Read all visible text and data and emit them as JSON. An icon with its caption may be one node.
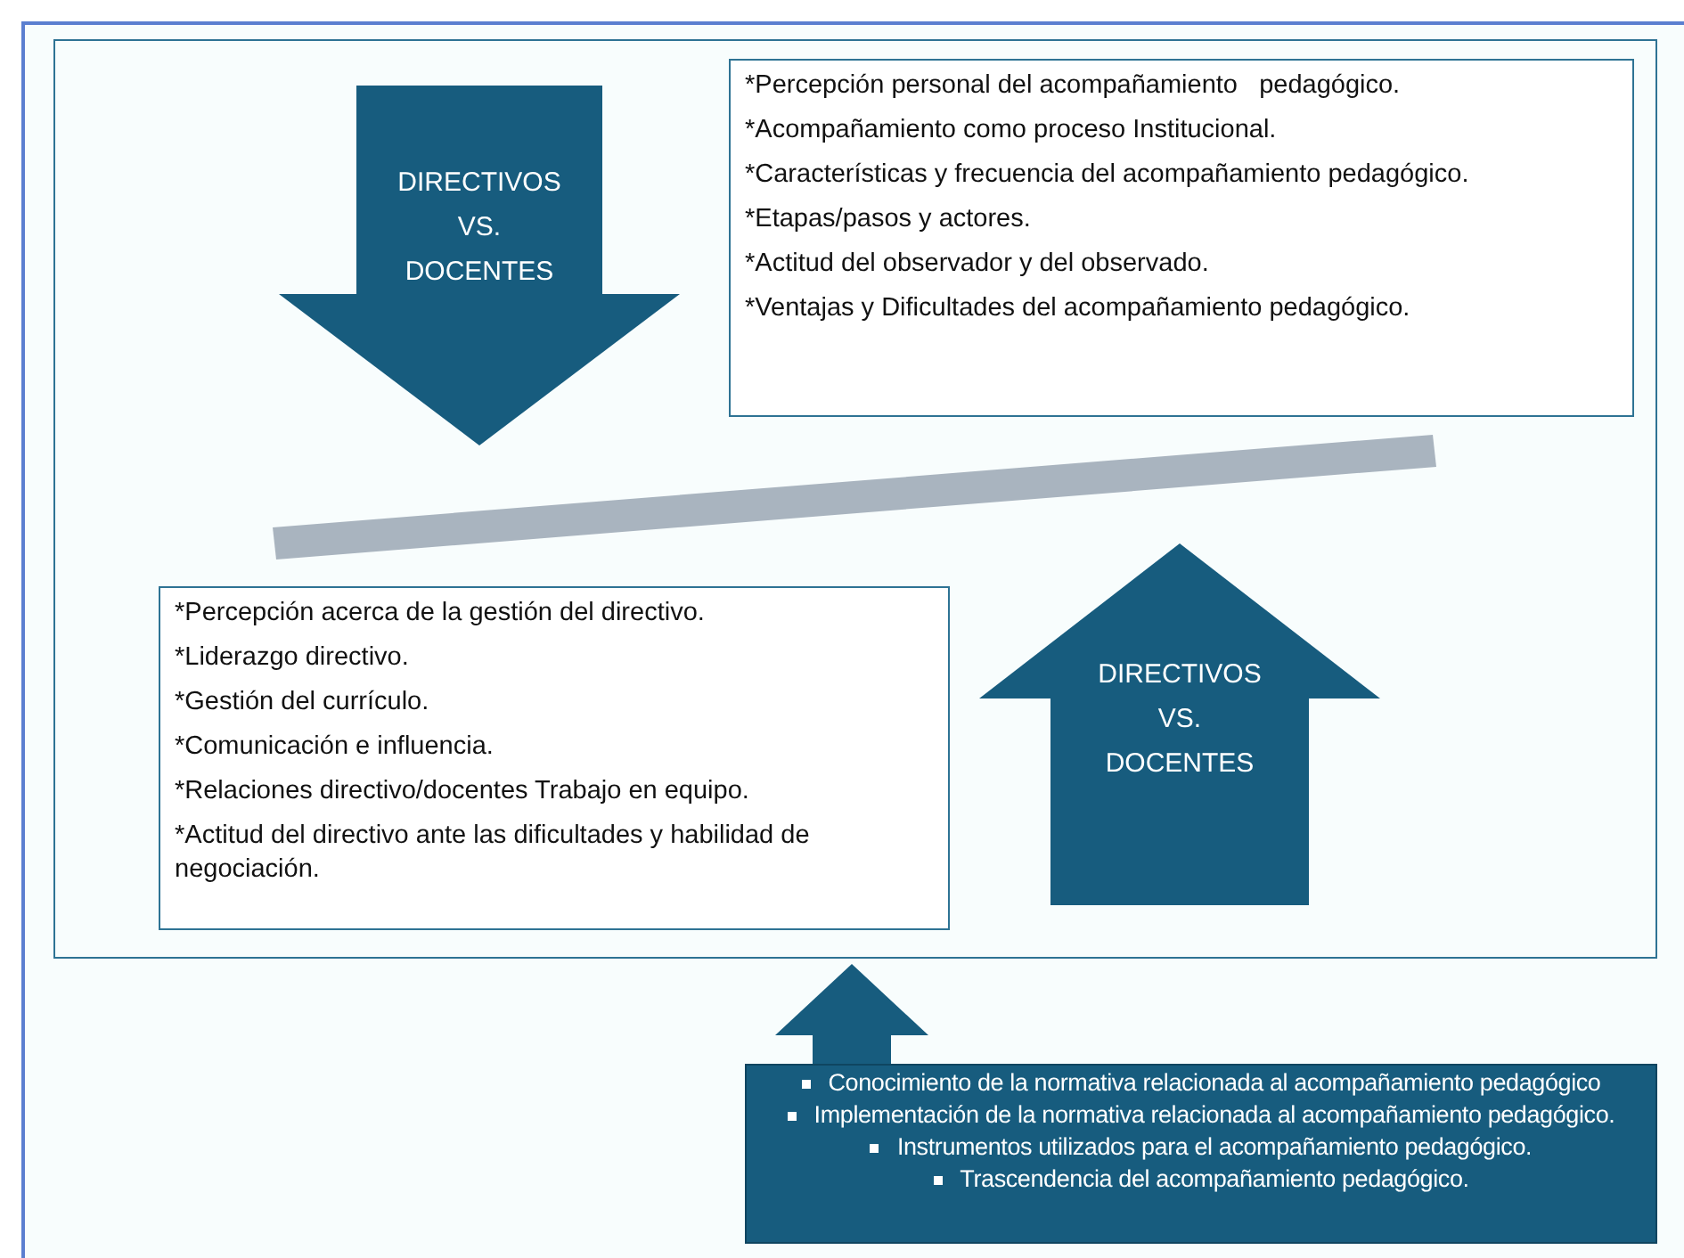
{
  "diagram": {
    "nodes": [
      {
        "text": [],
        "shape": "box"
      },
      {
        "text": [
          "*Percepción personal del acompañamiento   pedagógico.",
          "*Acompañamiento como proceso Institucional.",
          "*Características y frecuencia del acompañamiento pedagógico.",
          "*Etapas/pasos y actores.",
          "*Actitud del observador y del observado.",
          "*Ventajas y Dificultades del acompañamiento pedagógico."
        ],
        "in": 0
      },
      {
        "text": [],
        "shape": "bar",
        "in": 0
      },
      {
        "text": [
          "*Percepción acerca de la gestión del directivo.",
          "*Liderazgo directivo.",
          "*Gestión del currículo.",
          "*Comunicación e influencia.",
          "*Relaciones directivo/docentes Trabajo en equipo.",
          "*Actitud del directivo ante las dificultades y habilidad de negociación."
        ],
        "in": 0
      },
      {
        "text": [
          "Conocimiento de la normativa relacionada al acompañamiento pedagógico",
          "Implementación de la normativa relacionada al acompañamiento pedagógico.",
          "Instrumentos utilizados para el acompañamiento pedagógico.",
          "Trascendencia del acompañamiento pedagógico."
        ]
      }
    ],
    "edges": [
      {
        "from": null,
        "to": 2,
        "arrow": "to",
        "label": "DIRECTIVOS VS. DOCENTES"
      },
      {
        "from": null,
        "to": 2,
        "arrow": "to",
        "label": "DIRECTIVOS VS. DOCENTES"
      },
      {
        "from": 4,
        "to": 0,
        "arrow": "to"
      }
    ]
  }
}
